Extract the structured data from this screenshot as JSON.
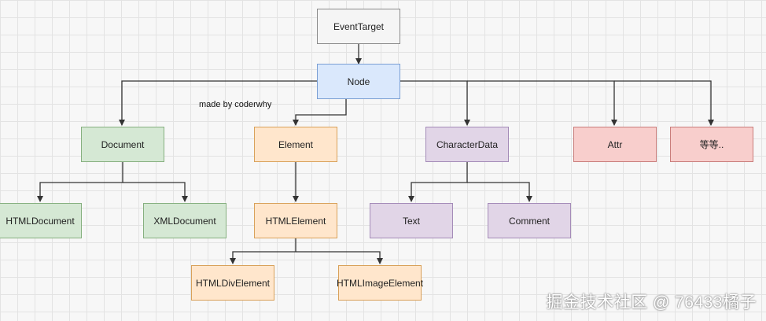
{
  "nodes": {
    "event_target": "EventTarget",
    "node": "Node",
    "document": "Document",
    "element": "Element",
    "character_data": "CharacterData",
    "attr": "Attr",
    "etc": "等等..",
    "html_document": "HTMLDocument",
    "xml_document": "XMLDocument",
    "html_element": "HTMLElement",
    "text": "Text",
    "comment": "Comment",
    "html_div_element": "HTMLDivElement",
    "html_image_element": "HTMLImageElement"
  },
  "note": "made by coderwhy",
  "watermark": "掘金技术社区 @ 76433橘子",
  "colors": {
    "gray": "#f5f5f5",
    "blue": "#dae8fc",
    "green": "#d5e8d4",
    "orange": "#ffe6cc",
    "purple": "#e1d5e7",
    "red": "#f8cecc",
    "edge": "#333333"
  }
}
